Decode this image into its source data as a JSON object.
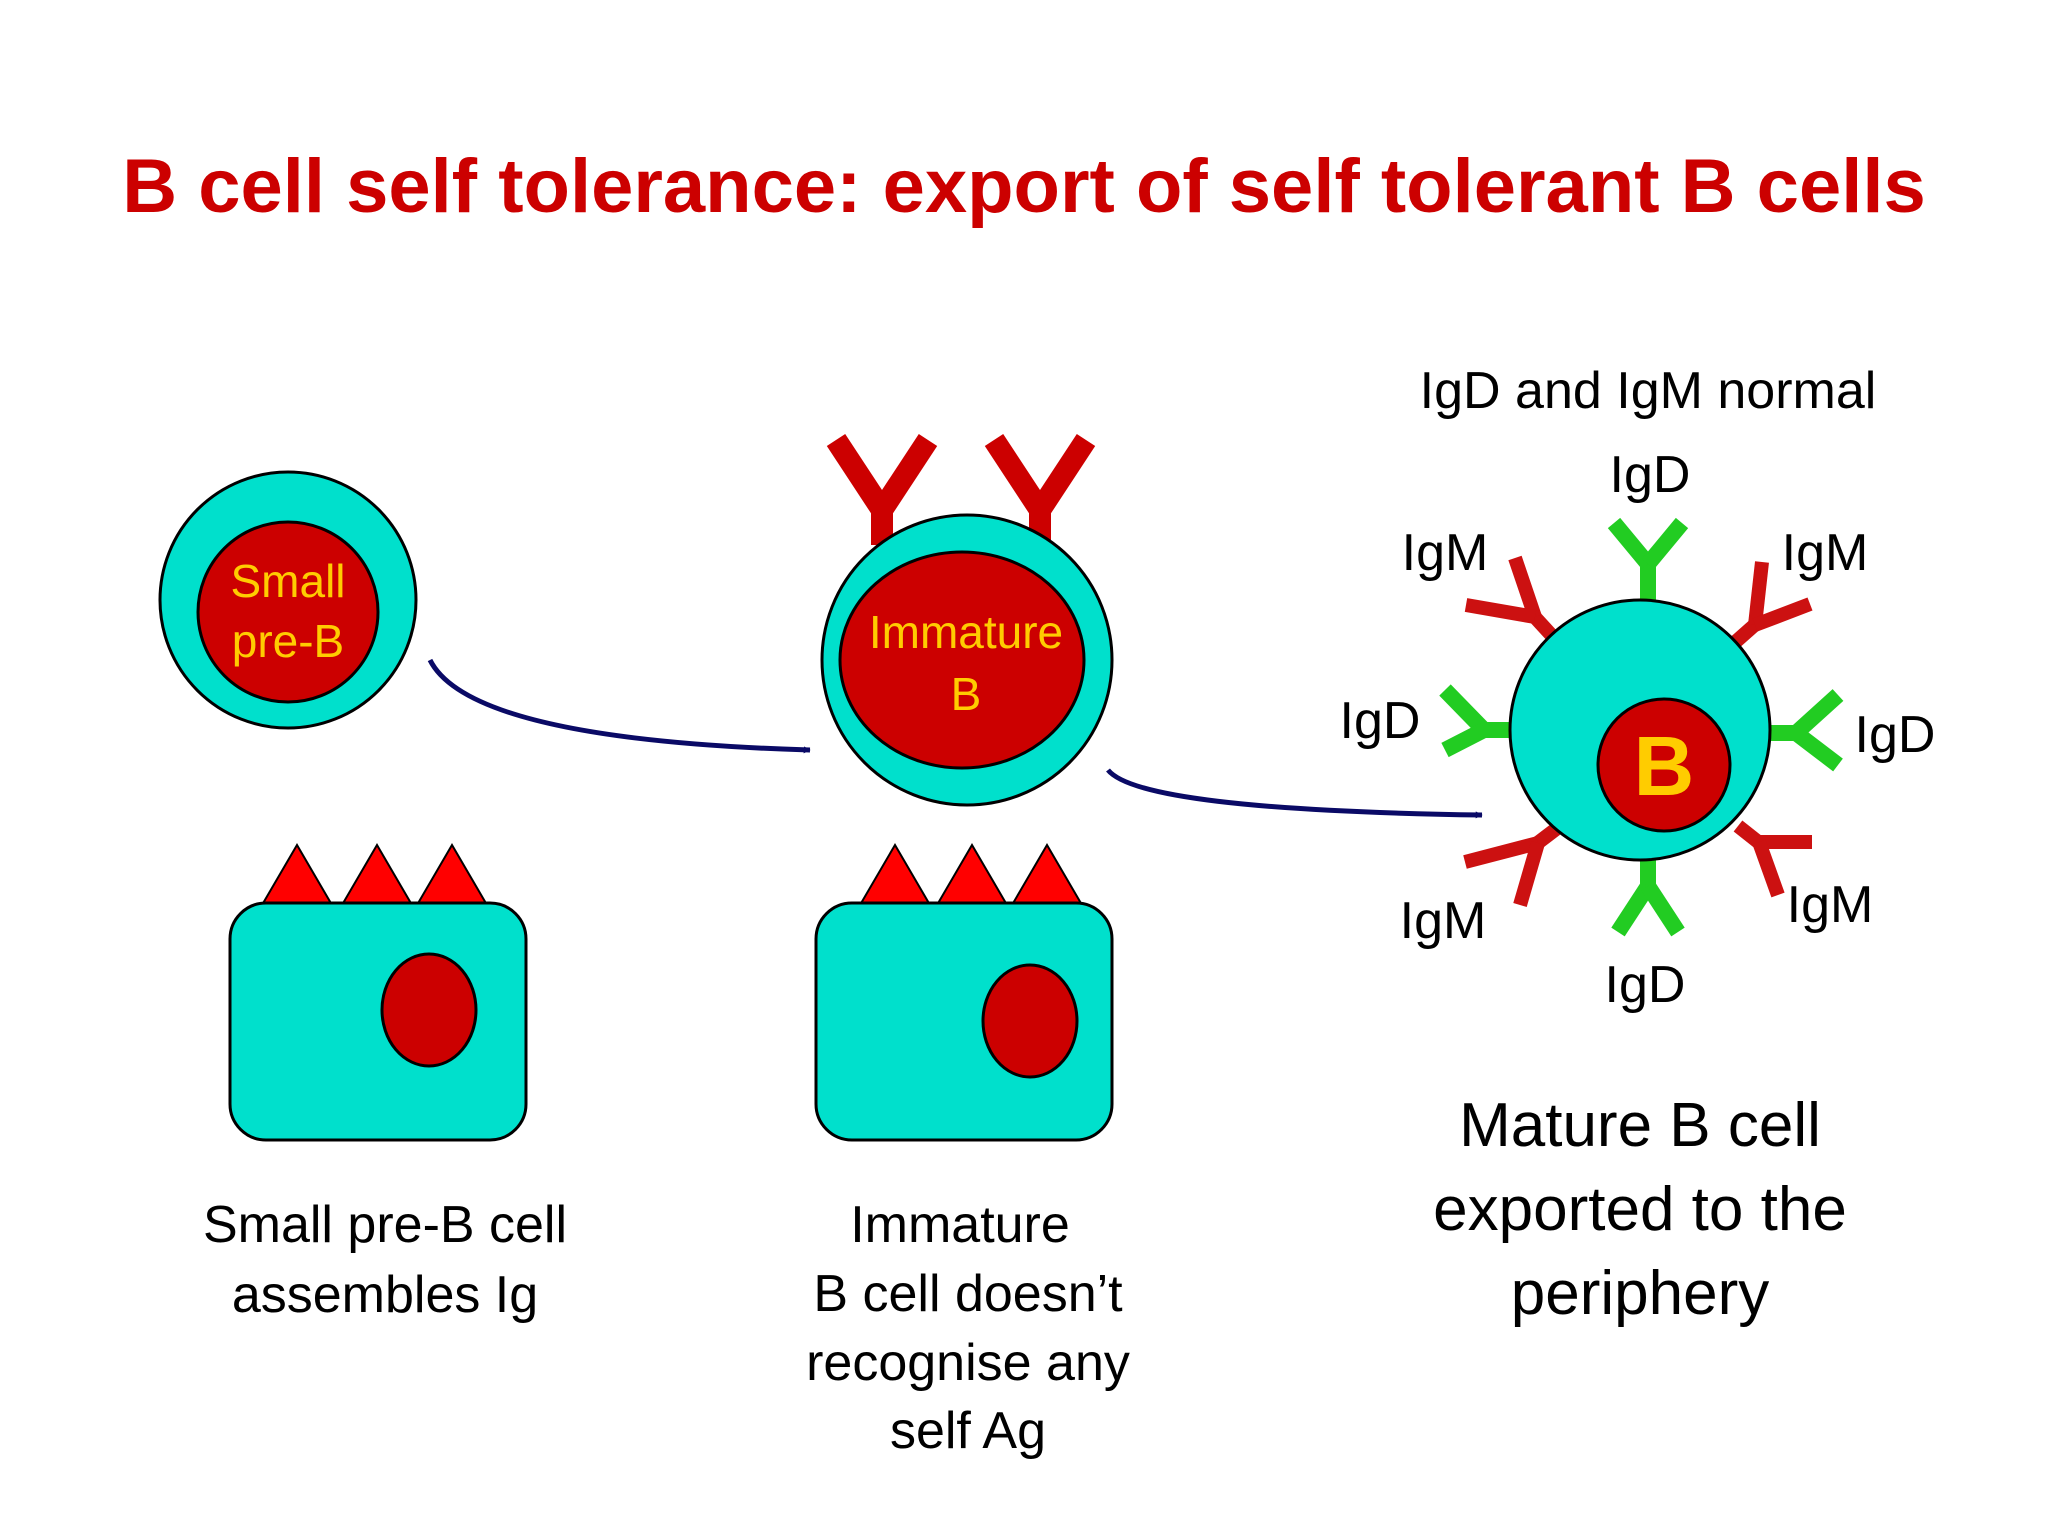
{
  "title": "B cell self tolerance: export of self tolerant B cells",
  "colors": {
    "title": "#cc0000",
    "cytoplasm": "#00e0cc",
    "nucleus": "#cc0000",
    "nucleus_text": "#ffcc00",
    "antigen": "#ff0000",
    "igm_receptor": "#cc1111",
    "igd_receptor": "#22cc22",
    "arrow": "#0a0a66",
    "text": "#000000"
  },
  "stage1": {
    "cell_label_line1": "Small",
    "cell_label_line2": "pre-B",
    "caption_line1": "Small pre-B cell",
    "caption_line2": "assembles Ig"
  },
  "stage2": {
    "cell_label_line1": "Immature",
    "cell_label_line2": "B",
    "caption_line1": "Immature",
    "caption_line2": "B cell doesn’t",
    "caption_line3": "recognise any",
    "caption_line4": "self Ag"
  },
  "stage3": {
    "header": "IgD and IgM normal",
    "nucleus_label": "B",
    "receptor_labels": {
      "igd_top": "IgD",
      "igm_top_left": "IgM",
      "igm_top_right": "IgM",
      "igd_left": "IgD",
      "igd_right": "IgD",
      "igm_bottom_left": "IgM",
      "igm_bottom_right": "IgM",
      "igd_bottom": "IgD"
    },
    "caption_line1": "Mature B cell",
    "caption_line2": "exported to the",
    "caption_line3": "periphery"
  }
}
